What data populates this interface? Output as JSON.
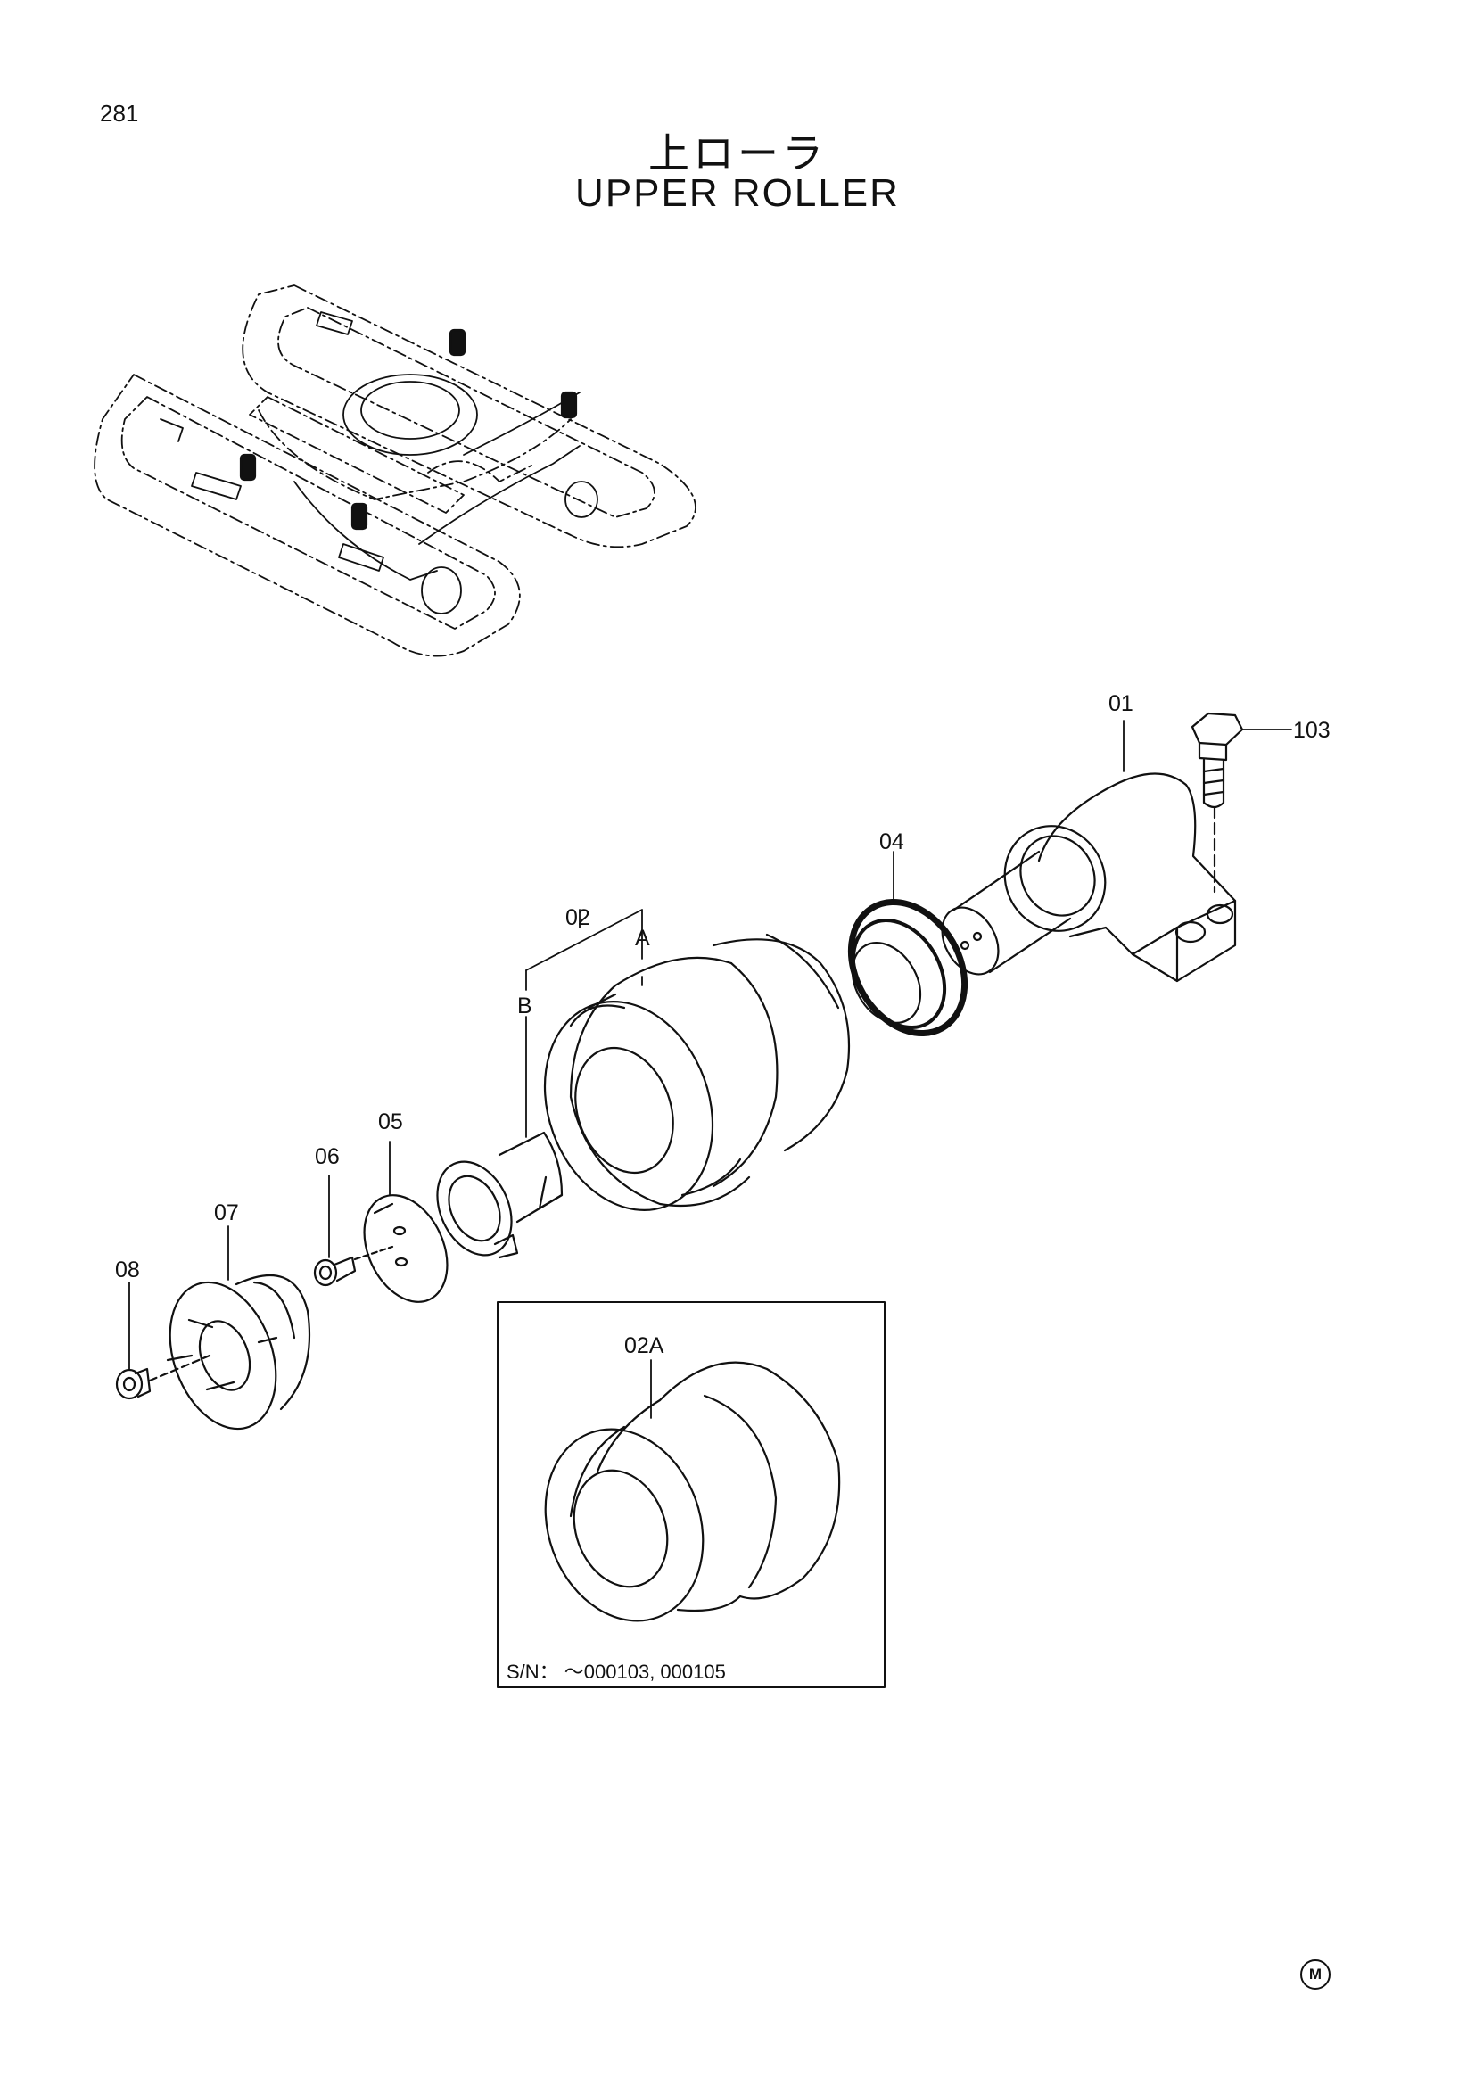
{
  "page_number": "281",
  "title_jp": "上ローラ",
  "title_en": "UPPER ROLLER",
  "callouts": {
    "p01": "01",
    "p103": "103",
    "p04": "04",
    "p02": "02",
    "pA": "A",
    "pB": "B",
    "p05": "05",
    "p06": "06",
    "p07": "07",
    "p08": "08",
    "p02A": "02A"
  },
  "inset": {
    "serial_note": "S/N： ～000103, 000105"
  },
  "mark": "M"
}
